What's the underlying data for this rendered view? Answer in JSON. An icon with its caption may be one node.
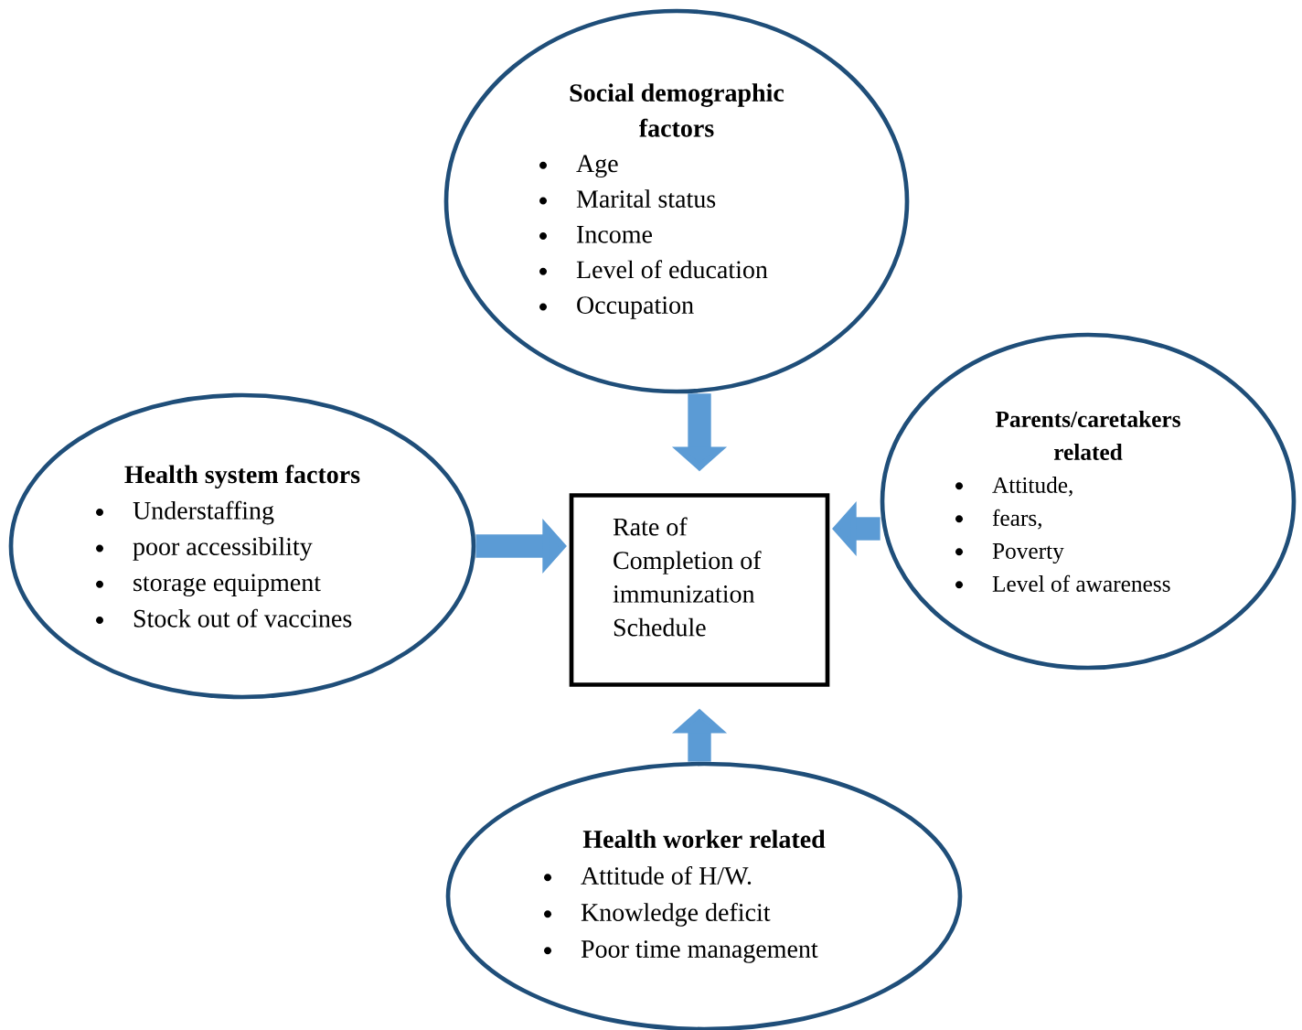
{
  "diagram": {
    "nodes": [
      {
        "text": [
          "Social demographic factors",
          "Age",
          "Marital status",
          "Income",
          "Level of education",
          "Occupation"
        ]
      },
      {
        "text": [
          "Health system factors",
          "Understaffing",
          "poor accessibility",
          "storage equipment",
          "Stock out of vaccines"
        ]
      },
      {
        "text": [
          "Rate of Completion of immunization Schedule"
        ]
      },
      {
        "text": [
          "Parents/caretakers related",
          "Attitude,",
          "fears,",
          "Poverty",
          "Level of awareness"
        ]
      },
      {
        "text": [
          "Health worker related",
          "Attitude of H/W.",
          "Knowledge deficit",
          "Poor time management"
        ]
      }
    ],
    "edges": [
      {
        "from": 0,
        "to": 2,
        "arrow": "to"
      },
      {
        "from": 1,
        "to": 2,
        "arrow": "to"
      },
      {
        "from": 3,
        "to": 2,
        "arrow": "to"
      },
      {
        "from": 4,
        "to": 2,
        "arrow": "to"
      }
    ]
  }
}
